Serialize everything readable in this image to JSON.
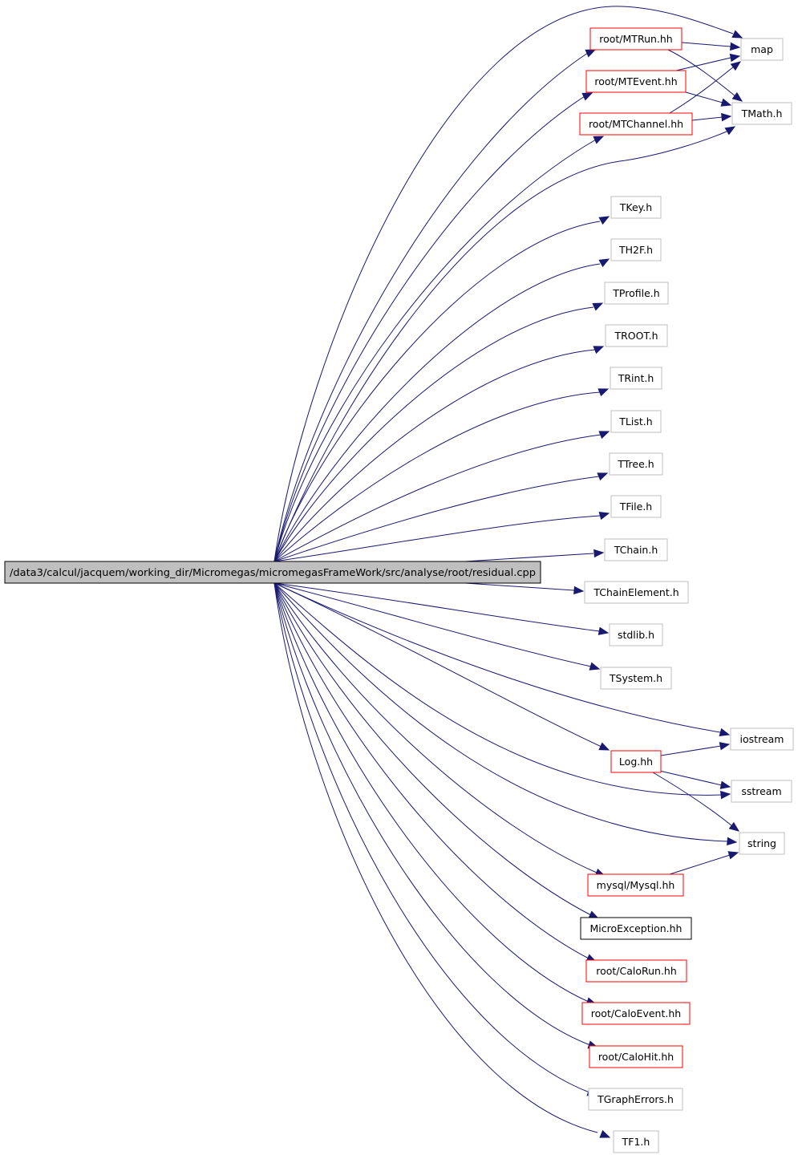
{
  "colors": {
    "edge": "#191970",
    "border_default": "#bfbfbf",
    "border_documented": "#ff0000",
    "border_documented_black": "#000000",
    "root_fill": "#bfbfbf",
    "root_border": "#000000",
    "background": "#ffffff"
  },
  "nodes": [
    {
      "id": "root",
      "label": "/data3/calcul/jacquem/working_dir/Micromegas/micromegasFrameWork/src/analyse/root/residual.cpp",
      "kind": "root"
    },
    {
      "id": "mtrun",
      "label": "root/MTRun.hh",
      "kind": "red"
    },
    {
      "id": "mtevent",
      "label": "root/MTEvent.hh",
      "kind": "red"
    },
    {
      "id": "mtchannel",
      "label": "root/MTChannel.hh",
      "kind": "red"
    },
    {
      "id": "map",
      "label": "map",
      "kind": "gray"
    },
    {
      "id": "tmath",
      "label": "TMath.h",
      "kind": "gray"
    },
    {
      "id": "tkey",
      "label": "TKey.h",
      "kind": "gray"
    },
    {
      "id": "th2f",
      "label": "TH2F.h",
      "kind": "gray"
    },
    {
      "id": "tprofile",
      "label": "TProfile.h",
      "kind": "gray"
    },
    {
      "id": "troot",
      "label": "TROOT.h",
      "kind": "gray"
    },
    {
      "id": "trint",
      "label": "TRint.h",
      "kind": "gray"
    },
    {
      "id": "tlist",
      "label": "TList.h",
      "kind": "gray"
    },
    {
      "id": "ttree",
      "label": "TTree.h",
      "kind": "gray"
    },
    {
      "id": "tfile",
      "label": "TFile.h",
      "kind": "gray"
    },
    {
      "id": "tchain",
      "label": "TChain.h",
      "kind": "gray"
    },
    {
      "id": "tchainelement",
      "label": "TChainElement.h",
      "kind": "gray"
    },
    {
      "id": "stdlib",
      "label": "stdlib.h",
      "kind": "gray"
    },
    {
      "id": "tsystem",
      "label": "TSystem.h",
      "kind": "gray"
    },
    {
      "id": "iostream",
      "label": "iostream",
      "kind": "gray"
    },
    {
      "id": "log",
      "label": "Log.hh",
      "kind": "red"
    },
    {
      "id": "sstream",
      "label": "sstream",
      "kind": "gray"
    },
    {
      "id": "string",
      "label": "string",
      "kind": "gray"
    },
    {
      "id": "mysql",
      "label": "mysql/Mysql.hh",
      "kind": "red"
    },
    {
      "id": "microexception",
      "label": "MicroException.hh",
      "kind": "black"
    },
    {
      "id": "calorun",
      "label": "root/CaloRun.hh",
      "kind": "red"
    },
    {
      "id": "caloevent",
      "label": "root/CaloEvent.hh",
      "kind": "red"
    },
    {
      "id": "calohit",
      "label": "root/CaloHit.hh",
      "kind": "red"
    },
    {
      "id": "tgrapherrors",
      "label": "TGraphErrors.h",
      "kind": "gray"
    },
    {
      "id": "tf1",
      "label": "TF1.h",
      "kind": "gray"
    }
  ],
  "edges": [
    [
      "root",
      "map"
    ],
    [
      "root",
      "mtrun"
    ],
    [
      "root",
      "mtevent"
    ],
    [
      "root",
      "mtchannel"
    ],
    [
      "root",
      "tmath"
    ],
    [
      "root",
      "tkey"
    ],
    [
      "root",
      "th2f"
    ],
    [
      "root",
      "tprofile"
    ],
    [
      "root",
      "troot"
    ],
    [
      "root",
      "trint"
    ],
    [
      "root",
      "tlist"
    ],
    [
      "root",
      "ttree"
    ],
    [
      "root",
      "tfile"
    ],
    [
      "root",
      "tchain"
    ],
    [
      "root",
      "tchainelement"
    ],
    [
      "root",
      "stdlib"
    ],
    [
      "root",
      "tsystem"
    ],
    [
      "root",
      "iostream"
    ],
    [
      "root",
      "log"
    ],
    [
      "root",
      "sstream"
    ],
    [
      "root",
      "string"
    ],
    [
      "root",
      "mysql"
    ],
    [
      "root",
      "microexception"
    ],
    [
      "root",
      "calorun"
    ],
    [
      "root",
      "caloevent"
    ],
    [
      "root",
      "calohit"
    ],
    [
      "root",
      "tgrapherrors"
    ],
    [
      "root",
      "tf1"
    ],
    [
      "mtrun",
      "map"
    ],
    [
      "mtrun",
      "tmath"
    ],
    [
      "mtevent",
      "map"
    ],
    [
      "mtevent",
      "tmath"
    ],
    [
      "mtchannel",
      "map"
    ],
    [
      "mtchannel",
      "tmath"
    ],
    [
      "log",
      "iostream"
    ],
    [
      "log",
      "sstream"
    ],
    [
      "log",
      "string"
    ],
    [
      "mysql",
      "string"
    ]
  ]
}
